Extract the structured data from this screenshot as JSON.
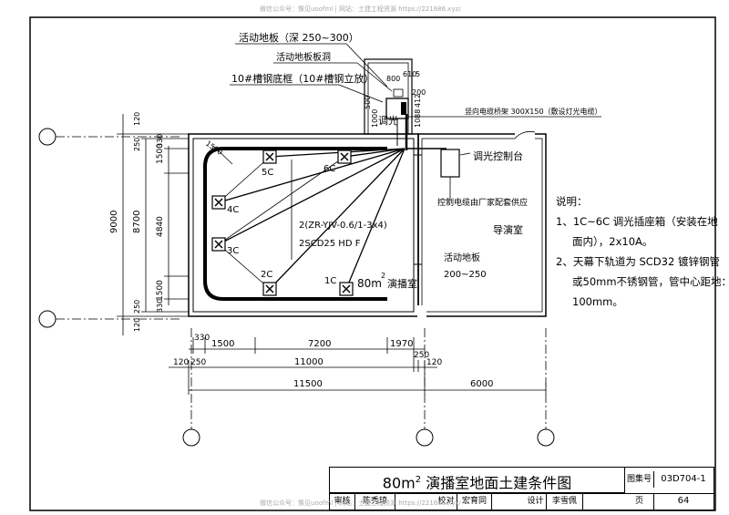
{
  "watermark_top": "微信公众号：豫见uoofml | 网站：土建工程资源 https://221686.xyz/",
  "watermark_bottom": "微信公众号：豫见uoofml | 网站：土建工程资源 https://221686.xyz/",
  "labels": {
    "floor_depth": "活动地板（深 250~300）",
    "floor_hole": "活动地板板洞",
    "channel_base": "10#槽钢底框（10#槽钢立放）",
    "vertical_tray": "竖向电缆桥架 300X150（敷设灯光电缆）",
    "dimmer_box": "调光",
    "dimmer_cabinet": "调光控制台",
    "cable_supply": "控制电缆由厂家配套供应",
    "director_room": "导演室",
    "active_floor": "活动地板",
    "active_floor_depth": "200~250",
    "studio_area": "80m",
    "studio_area_sup": "2",
    "studio_name": "演播室",
    "cable_spec_1": "2(ZR-YJV-0.6/1-3x4)",
    "cable_spec_2": "2SCD25 HD F",
    "radius": "1500"
  },
  "sockets": [
    "1C",
    "2C",
    "3C",
    "4C",
    "5C",
    "6C"
  ],
  "dims": {
    "h1": [
      "330",
      "1500",
      "7200",
      "1970"
    ],
    "h2": [
      "120",
      "250",
      "11000",
      "250",
      "120"
    ],
    "h3": [
      "11500",
      "6000"
    ],
    "v_outer": "9000",
    "v_mid": "8700",
    "v_inner": [
      "1500",
      "4840",
      "1500"
    ],
    "v_small": [
      "120",
      "250",
      "330",
      "330",
      "250",
      "120"
    ],
    "top_right": [
      "800",
      "610",
      "5",
      "200",
      "500",
      "1000",
      "412",
      "1088"
    ]
  },
  "notes": {
    "title": "说明：",
    "items": [
      "1、1C~6C 调光插座箱（安装在地",
      "面内），2x10A。",
      "2、天幕下轨道为 SCD32 镀锌钢管",
      "或50mm不锈钢管，管中心距地：",
      "100mm。"
    ]
  },
  "title_block": {
    "title": "80m",
    "title_sup": "2",
    "title_rest": " 演播室地面土建条件图",
    "atlas_label": "图集号",
    "atlas_no": "03D704-1",
    "review_label": "审核",
    "reviewer": "陈秀琼",
    "check_label": "校对",
    "checker": "宏育同",
    "design_label": "设计",
    "designer": "李雪佩",
    "page_label": "页",
    "page_no": "64"
  }
}
